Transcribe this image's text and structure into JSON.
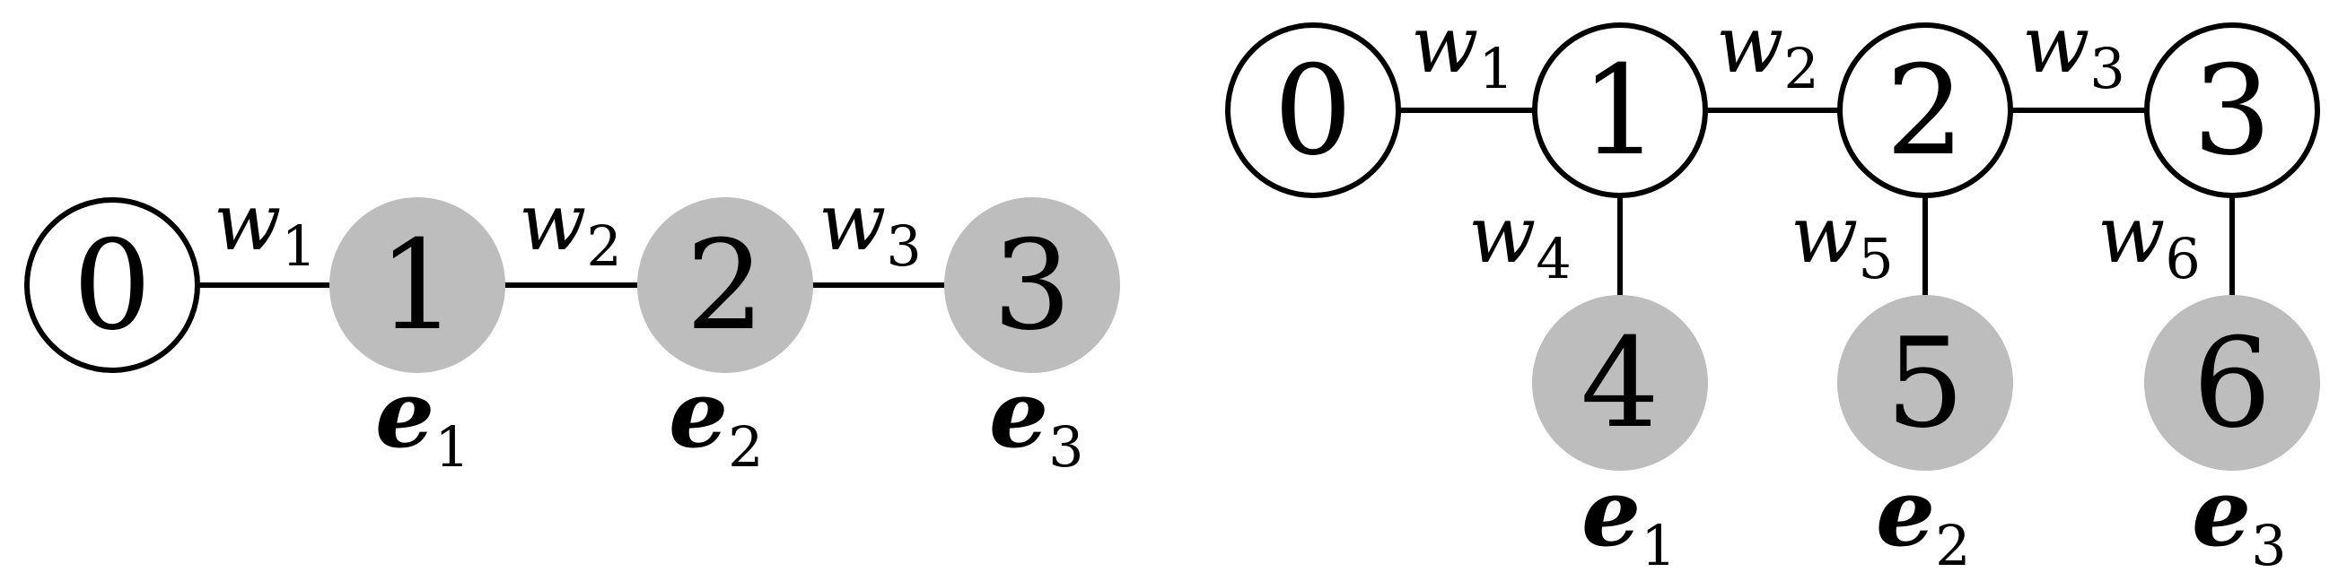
{
  "colors": {
    "observed_node_fill": "#bdbdbd",
    "hidden_node_fill": "#ffffff",
    "stroke": "#000000"
  },
  "left_graph": {
    "nodes": [
      {
        "id": "0",
        "label": "0",
        "style": "white"
      },
      {
        "id": "1",
        "label": "1",
        "style": "gray"
      },
      {
        "id": "2",
        "label": "2",
        "style": "gray"
      },
      {
        "id": "3",
        "label": "3",
        "style": "gray"
      }
    ],
    "edges": [
      {
        "w": "w",
        "sub": "1"
      },
      {
        "w": "w",
        "sub": "2"
      },
      {
        "w": "w",
        "sub": "3"
      }
    ],
    "e_labels": [
      {
        "e": "e",
        "sub": "1"
      },
      {
        "e": "e",
        "sub": "2"
      },
      {
        "e": "e",
        "sub": "3"
      }
    ]
  },
  "right_graph": {
    "top_nodes": [
      {
        "id": "0",
        "label": "0",
        "style": "white"
      },
      {
        "id": "1",
        "label": "1",
        "style": "white"
      },
      {
        "id": "2",
        "label": "2",
        "style": "white"
      },
      {
        "id": "3",
        "label": "3",
        "style": "white"
      }
    ],
    "bottom_nodes": [
      {
        "id": "4",
        "label": "4",
        "style": "gray"
      },
      {
        "id": "5",
        "label": "5",
        "style": "gray"
      },
      {
        "id": "6",
        "label": "6",
        "style": "gray"
      }
    ],
    "horizontal_edges": [
      {
        "w": "w",
        "sub": "1"
      },
      {
        "w": "w",
        "sub": "2"
      },
      {
        "w": "w",
        "sub": "3"
      }
    ],
    "vertical_edges": [
      {
        "w": "w",
        "sub": "4"
      },
      {
        "w": "w",
        "sub": "5"
      },
      {
        "w": "w",
        "sub": "6"
      }
    ],
    "e_labels": [
      {
        "e": "e",
        "sub": "1"
      },
      {
        "e": "e",
        "sub": "2"
      },
      {
        "e": "e",
        "sub": "3"
      }
    ]
  }
}
